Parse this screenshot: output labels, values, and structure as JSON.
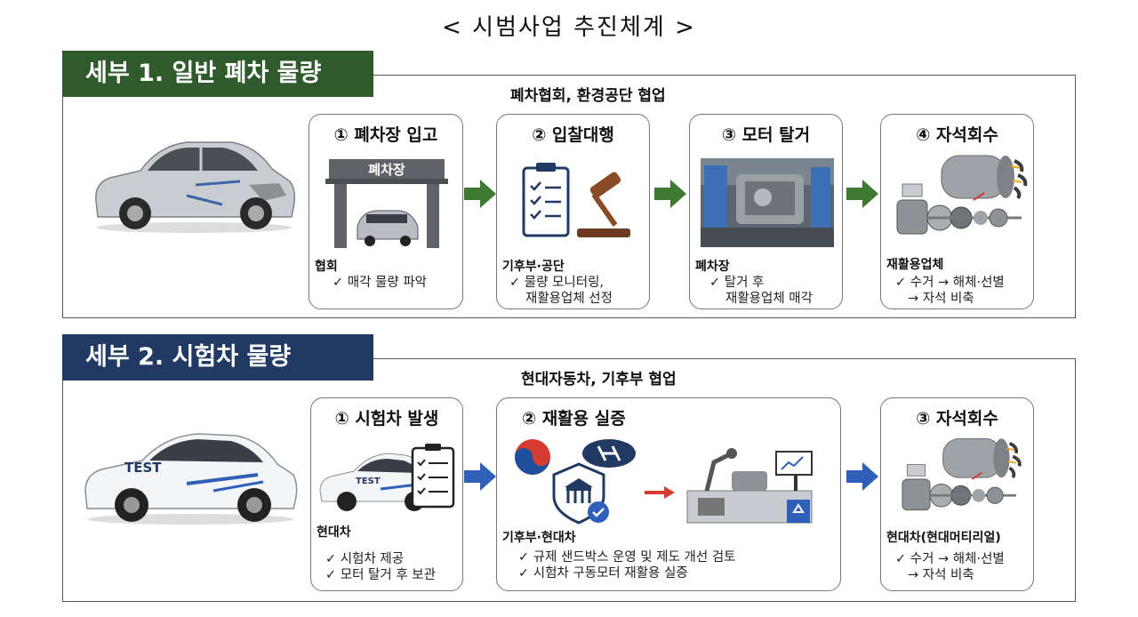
{
  "page_title": "< 시범사업 추진체계 >",
  "section1": {
    "tab_label": "세부 1. 일반 폐차 물량",
    "collaboration": "폐차협회, 환경공단 협업",
    "steps": [
      {
        "title": "① 폐차장 입고",
        "image_label": "폐차장",
        "actor": "협회",
        "notes": [
          "✓ 매각 물량 파악"
        ]
      },
      {
        "title": "② 입찰대행",
        "actor": "기후부·공단",
        "notes": [
          "✓ 물량 모니터링,",
          "재활용업체 선정"
        ]
      },
      {
        "title": "③ 모터 탈거",
        "actor": "폐차장",
        "notes": [
          "✓ 탈거 후",
          "재활용업체 매각"
        ]
      },
      {
        "title": "④ 자석회수",
        "actor": "재활용업체",
        "notes": [
          "✓ 수거 → 해체·선별",
          "→ 자석 비축"
        ]
      }
    ]
  },
  "section2": {
    "tab_label": "세부 2. 시험차 물량",
    "collaboration": "현대자동차, 기후부 협업",
    "car_label": "TEST",
    "steps": [
      {
        "title": "① 시험차 발생",
        "image_label": "TEST",
        "actor": "현대차",
        "notes": [
          "✓ 시험차 제공",
          "✓ 모터 탈거 후 보관"
        ]
      },
      {
        "title": "② 재활용 실증",
        "actor": "기후부·현대차",
        "notes": [
          "✓ 규제 샌드박스 운영 및 제도 개선 검토",
          "✓ 시험차 구동모터 재활용 실증"
        ]
      },
      {
        "title": "③ 자석회수",
        "actor": "현대차(현대머티리얼)",
        "notes": [
          "✓ 수거 → 해체·선별",
          "→ 자석 비축"
        ]
      }
    ]
  },
  "colors": {
    "section1_tab": "#2f5a2b",
    "section2_tab": "#223a63",
    "arrow_green": "#3f7a33",
    "arrow_blue": "#2f5fb8",
    "arrow_red": "#d33c2e"
  }
}
